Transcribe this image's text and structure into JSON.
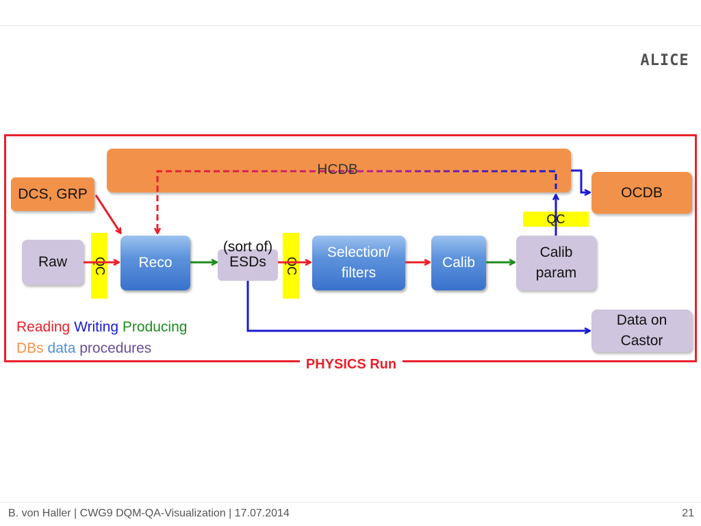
{
  "header": {
    "logo_text": "ALICE"
  },
  "diagram": {
    "hcdb": "HCDB",
    "ocdb": "OCDB",
    "dcs_grp": "DCS, GRP",
    "raw": "Raw",
    "reco": "Reco",
    "esds_line1": "(sort of)",
    "esds_line2": "ESDs",
    "selection_line1": "Selection/",
    "selection_line2": "filters",
    "calib": "Calib",
    "calib_param_line1": "Calib",
    "calib_param_line2": "param",
    "data_castor_line1": "Data on",
    "data_castor_line2": "Castor",
    "qc1": "QC",
    "qc2": "QC",
    "qc3": "QC",
    "run_label": "PHYSICS Run"
  },
  "legend": {
    "reading": "Reading",
    "writing": "Writing",
    "producing": "Producing",
    "dbs": "DBs",
    "data": "data",
    "procedures": "procedures"
  },
  "colors": {
    "reading": "#e8202a",
    "writing": "#1a1ad0",
    "producing": "#1e8c1e",
    "dbs": "#f2924a",
    "data": "#4f8fd8",
    "procedures": "#6a4d9a"
  },
  "footer": {
    "text": "B. von Haller | CWG9 DQM-QA-Visualization | 17.07.2014",
    "page_number": "21"
  }
}
